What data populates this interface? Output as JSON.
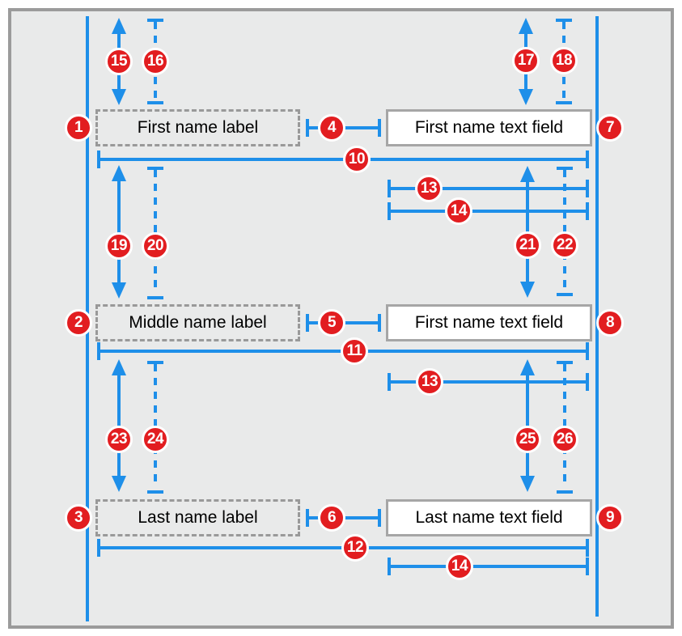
{
  "colors": {
    "blue": "#1E8FE9",
    "red": "#E21D20",
    "canvas_bg": "#FFFFFF",
    "view_bg": "#E9EAEA",
    "frame_border": "#9B9B9B",
    "label_box_border": "#999999",
    "field_border": "#A6A6A6",
    "field_bg": "#FFFFFF",
    "box_text": "#000000",
    "badge_text": "#FFFFFF"
  },
  "rows": [
    {
      "label": "First name label",
      "field": "First name text field"
    },
    {
      "label": "Middle name label",
      "field": "First name text field"
    },
    {
      "label": "Last name label",
      "field": "Last name text field"
    }
  ],
  "badges": {
    "n1": "1",
    "n2": "2",
    "n3": "3",
    "n4": "4",
    "n5": "5",
    "n6": "6",
    "n7": "7",
    "n8": "8",
    "n9": "9",
    "n10": "10",
    "n11": "11",
    "n12": "12",
    "n13": "13",
    "n14": "14",
    "n15": "15",
    "n16": "16",
    "n17": "17",
    "n18": "18",
    "n19": "19",
    "n20": "20",
    "n21": "21",
    "n22": "22",
    "n23": "23",
    "n24": "24",
    "n25": "25",
    "n26": "26"
  }
}
